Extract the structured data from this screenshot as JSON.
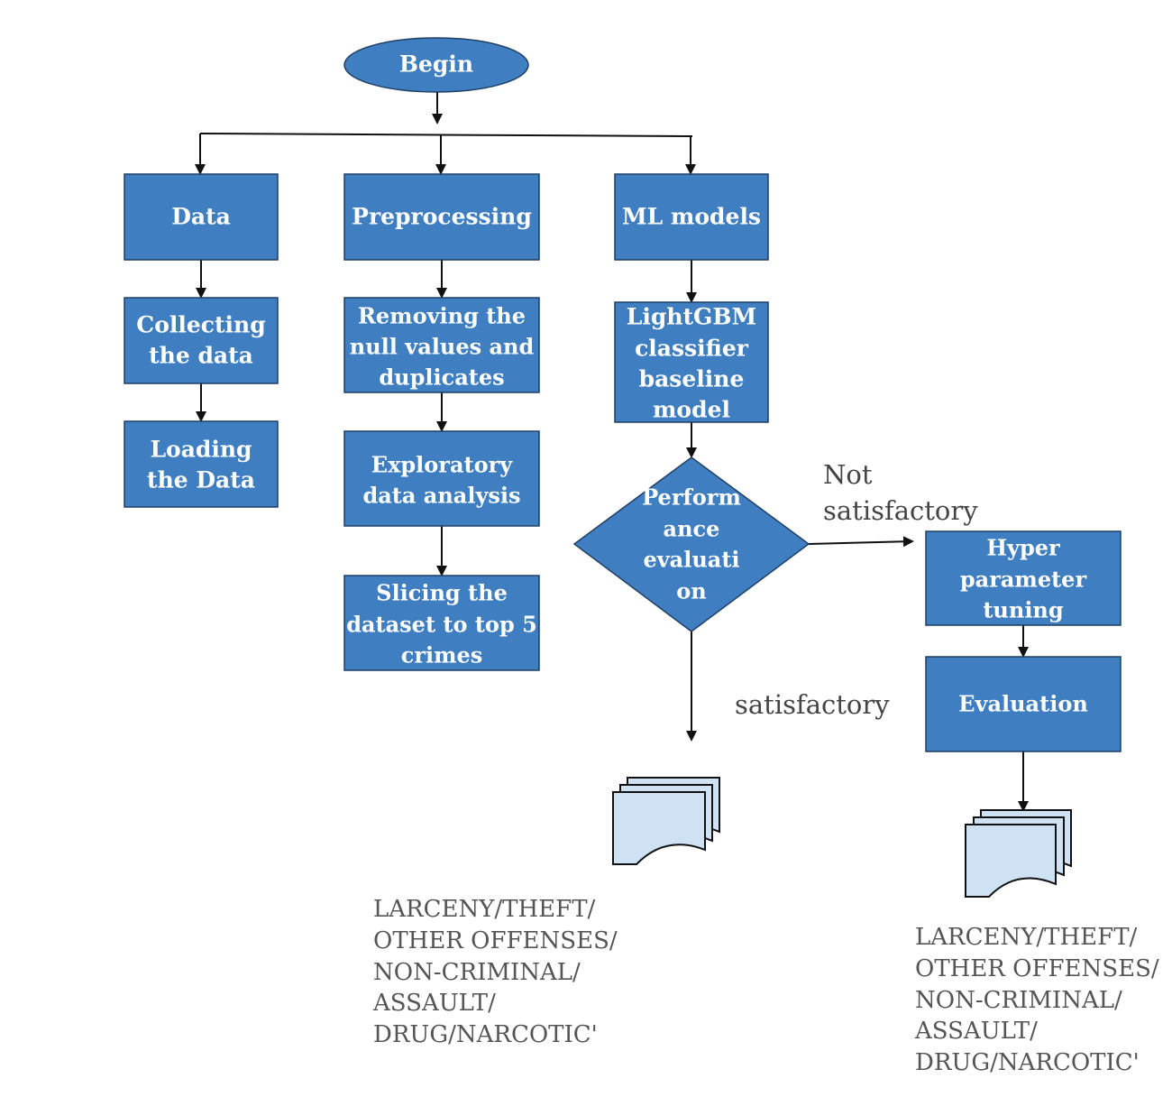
{
  "nodes": {
    "begin": "Begin",
    "data": "Data",
    "preprocessing": "Preprocessing",
    "ml_models": "ML models",
    "collecting": [
      "Collecting",
      "the data"
    ],
    "loading": [
      "Loading",
      "the Data"
    ],
    "removing": [
      "Removing the",
      "null values and",
      "duplicates"
    ],
    "exploratory": [
      "Exploratory",
      "data analysis"
    ],
    "slicing": [
      "Slicing the",
      "dataset to top 5",
      "crimes"
    ],
    "lightgbm": [
      "LightGBM",
      "classifier",
      "baseline",
      "model"
    ],
    "performance": [
      "Perform",
      "ance",
      "evaluati",
      "on"
    ],
    "hyper": [
      "Hyper",
      "parameter",
      "tuning"
    ],
    "evaluation": "Evaluation"
  },
  "edge_labels": {
    "not_satisfactory": [
      "Not",
      "satisfactory"
    ],
    "satisfactory": "satisfactory"
  },
  "outputs": {
    "left": [
      "LARCENY/THEFT/",
      "OTHER OFFENSES/",
      "NON-CRIMINAL/",
      "ASSAULT/",
      "DRUG/NARCOTIC'"
    ],
    "right": [
      "LARCENY/THEFT/",
      "OTHER OFFENSES/",
      "NON-CRIMINAL/",
      "ASSAULT/",
      "DRUG/NARCOTIC'"
    ]
  },
  "colors": {
    "node_fill": "#3f7fc1",
    "node_text": "#ffffff",
    "document_fill": "#cfe2f3"
  }
}
